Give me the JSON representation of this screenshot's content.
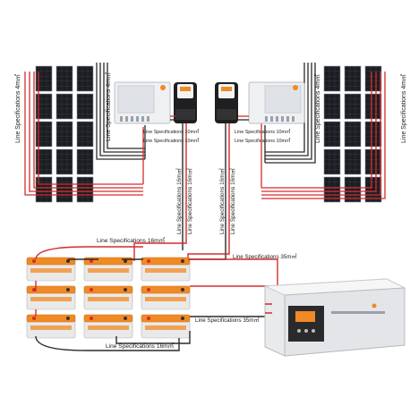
{
  "labels": {
    "panel_left": "Line Specifications 4m㎡",
    "panel_right": "Line Specifications 4m㎡",
    "combiner_left_1": "Line Specifications 10m㎡",
    "combiner_left_2": "Line Specifications 10m㎡",
    "combiner_right_1": "Line Specifications 10m㎡",
    "combiner_right_2": "Line Specifications 10m㎡",
    "vert_1": "Line Specifications 16m㎡",
    "vert_2": "Line Specifications 16m㎡",
    "vert_3": "Line Specifications 16m㎡",
    "vert_4": "Line Specifications 16m㎡",
    "battery_top": "Line Specifications 16m㎡",
    "battery_bottom": "Line Specifications 16m㎡",
    "inverter_1": "Line Specifications 35m㎡",
    "inverter_2": "Line Specifications 35m㎡"
  },
  "colors": {
    "panel": "#1b1d22",
    "panel_grid": "#4a4f58",
    "battery": "#f08a24",
    "battery_body": "#e9e9e9",
    "wire_red": "#d62b2b",
    "wire_black": "#2a2a2a",
    "inverter_screen": "#f08a24"
  }
}
